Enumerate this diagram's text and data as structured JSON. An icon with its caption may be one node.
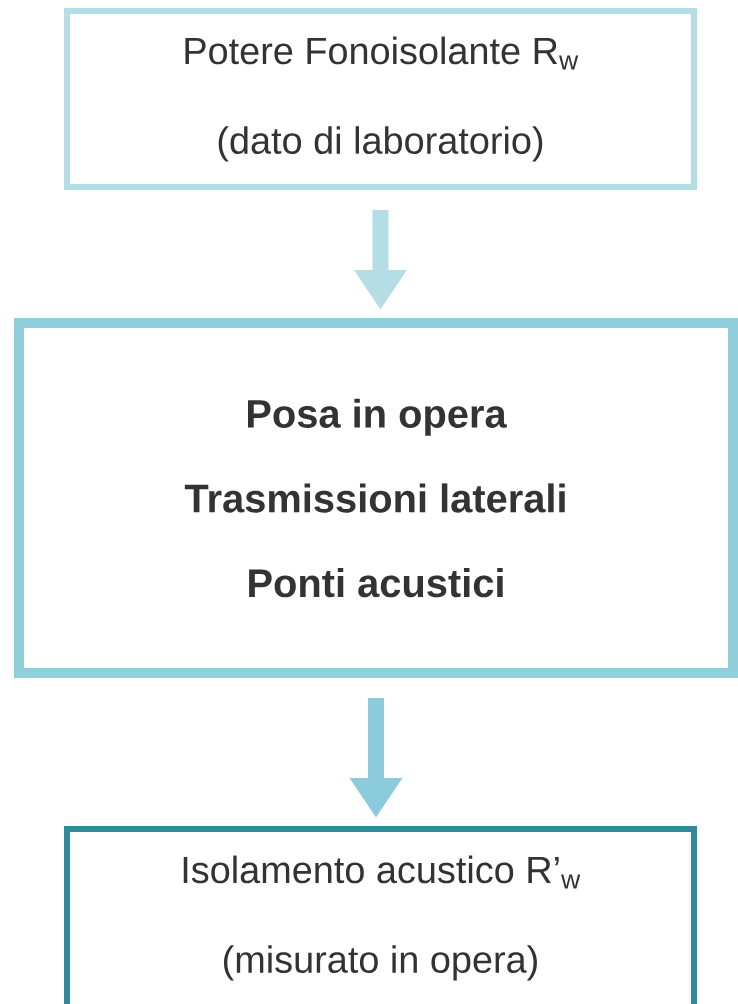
{
  "diagram": {
    "nodes": [
      {
        "text": [
          "Potere Fonoisolante R$_{w}$",
          "(dato di laboratorio)"
        ]
      },
      {
        "text": [
          "Posa in opera",
          "Trasmissioni laterali",
          "Ponti acustici"
        ]
      },
      {
        "text": [
          "Isolamento acustico R’$_{w}$",
          "(misurato in opera)"
        ]
      }
    ],
    "edges": [
      {
        "from": 0,
        "to": 1,
        "arrow": "to",
        "color": "#b4dde6"
      },
      {
        "from": 1,
        "to": 2,
        "arrow": "to",
        "color": "#8ccbdb"
      }
    ]
  }
}
